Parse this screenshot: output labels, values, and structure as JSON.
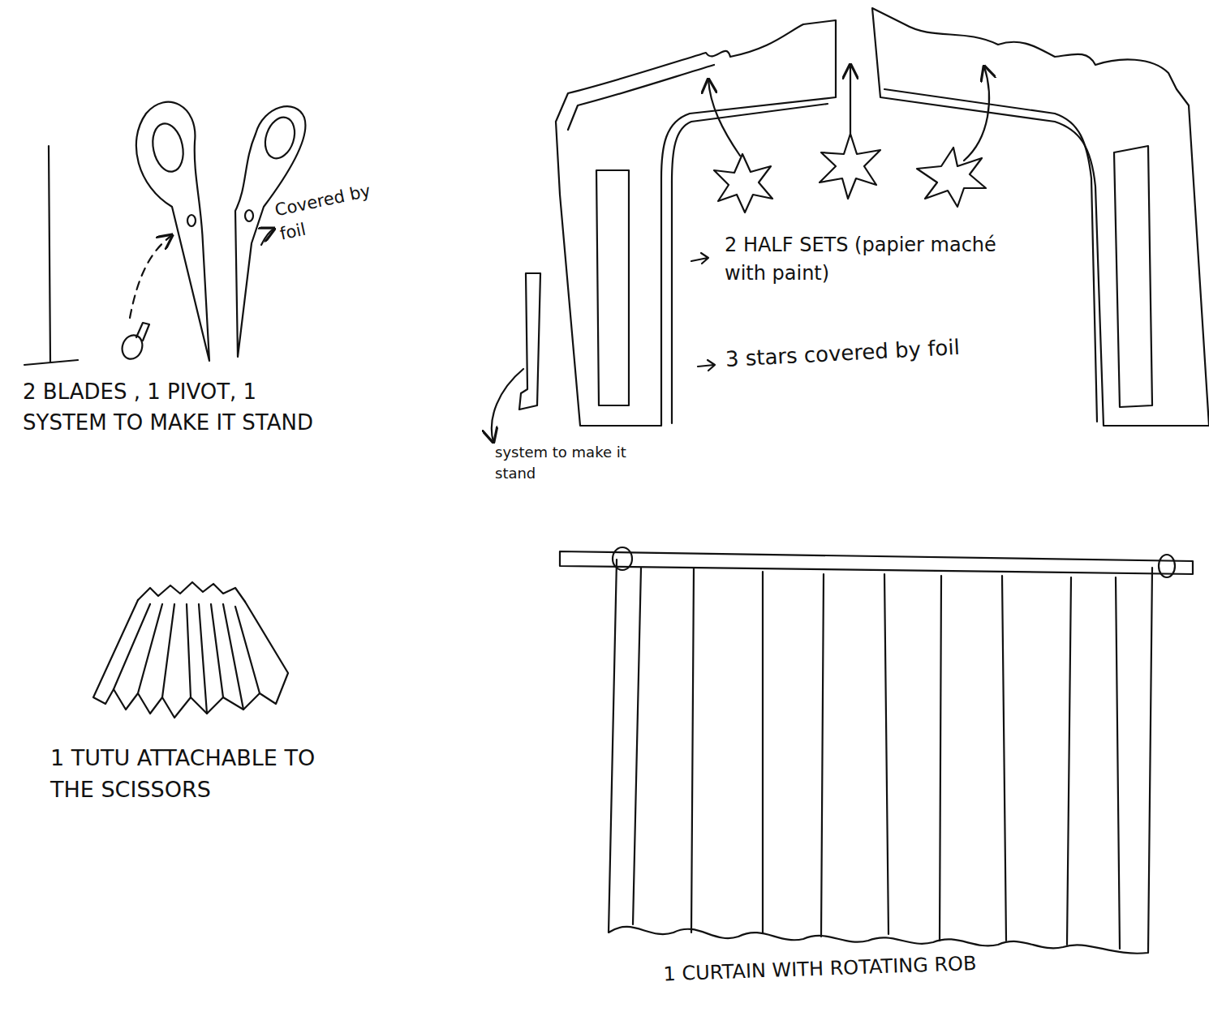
{
  "diagram": {
    "labels": [
      "Covered by foil",
      "2 BLADES , 1 PIVOT, 1 SYSTEM TO MAKE IT STAND",
      "2 HALF SETS (papier maché with paint)",
      "3 stars covered by foil",
      "system to make it stand",
      "1 TUTU ATTACHABLE TO THE SCISSORS",
      "1 CURTAIN WITH ROTATING ROB"
    ]
  }
}
